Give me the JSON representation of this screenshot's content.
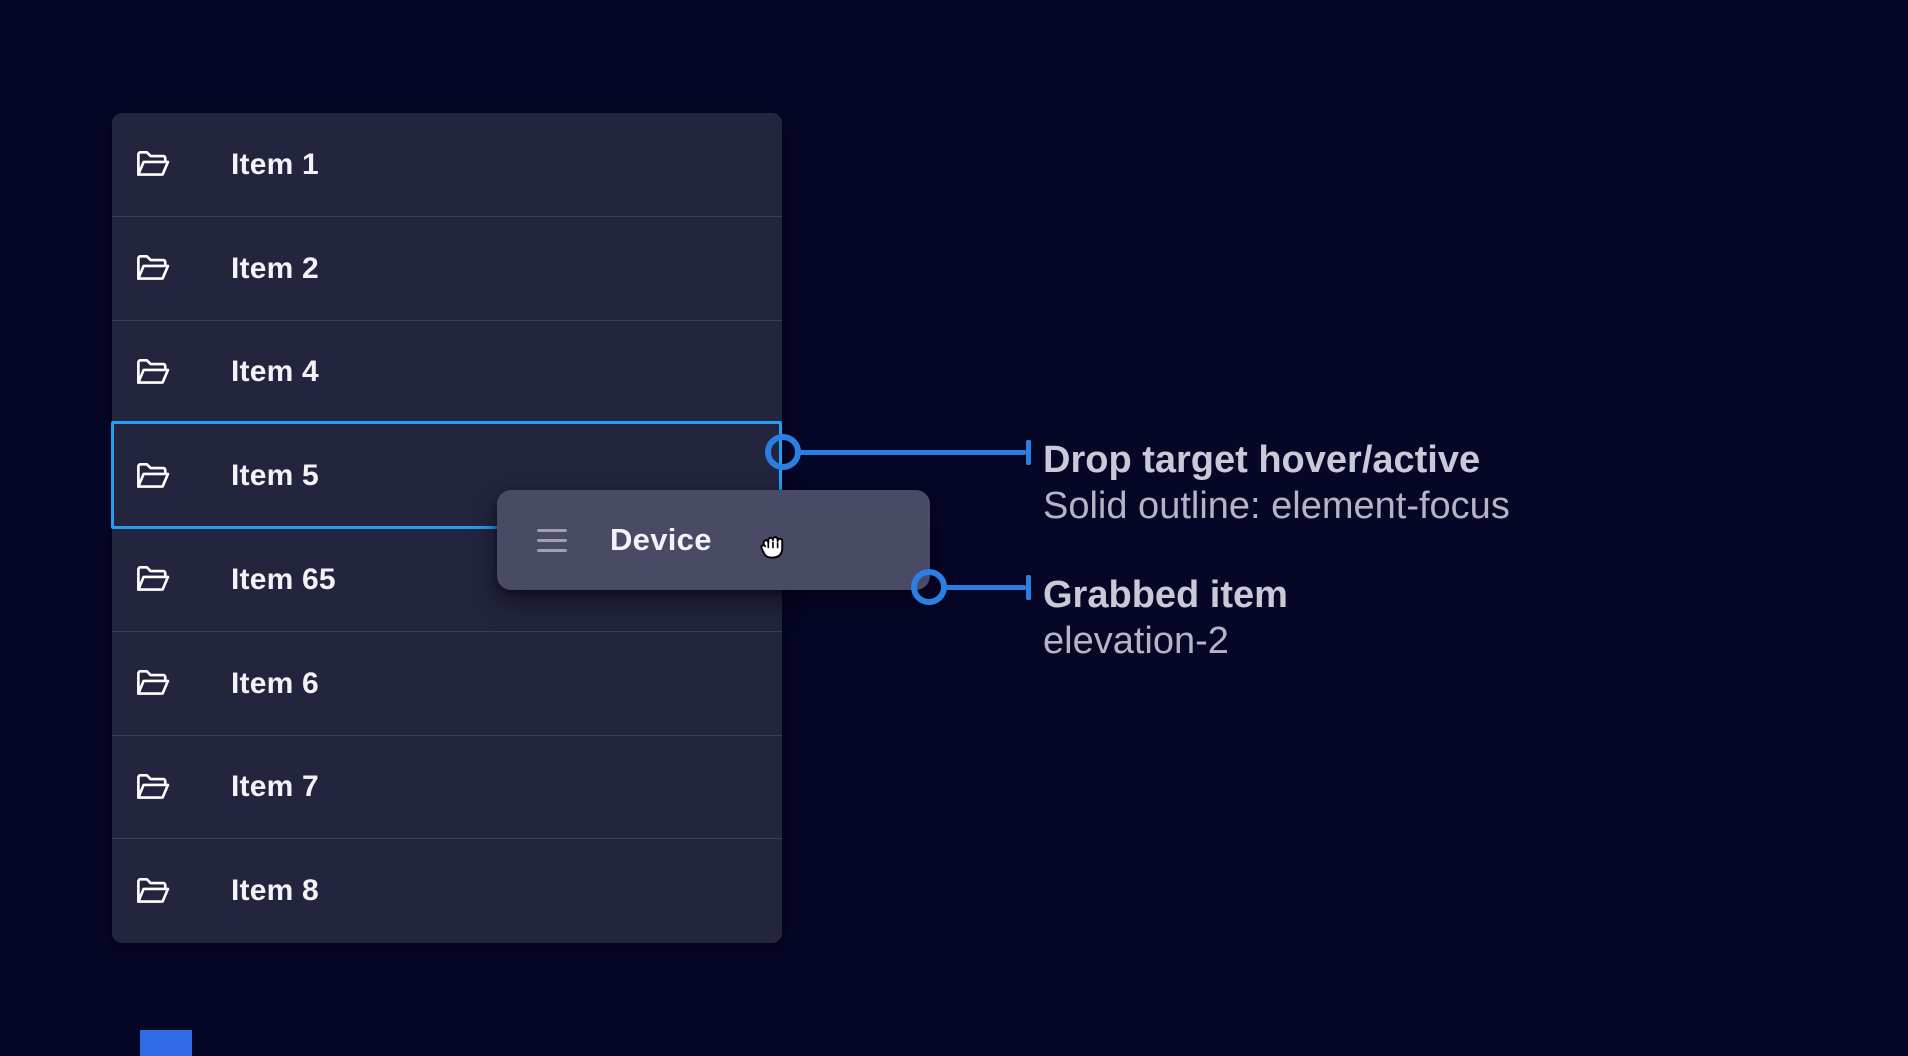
{
  "list": {
    "items": [
      {
        "label": "Item 1"
      },
      {
        "label": "Item 2"
      },
      {
        "label": "Item 4"
      },
      {
        "label": "Item 5",
        "state": "drop-target"
      },
      {
        "label": "Item 65"
      },
      {
        "label": "Item 6"
      },
      {
        "label": "Item 7"
      },
      {
        "label": "Item 8"
      }
    ]
  },
  "drag": {
    "label": "Device",
    "state": "grabbed"
  },
  "annotations": [
    {
      "title": "Drop target hover/active",
      "subtitle": "Solid outline: element-focus"
    },
    {
      "title": "Grabbed item",
      "subtitle": "elevation-2"
    }
  ],
  "icons": [
    "folder-open-icon",
    "drag-handle-icon",
    "grabbing-hand-cursor-icon"
  ],
  "colors": {
    "page_background": "#060627",
    "row_background": "#23253f",
    "row_separator": "#3b3d57",
    "item_text": "#f2f3f7",
    "focus_outline": "#279df0",
    "callout_blue": "#2b7fe3",
    "drag_card_background": "#494a66",
    "drag_handle": "#9fa0b5",
    "annotation_title": "#c9cad7",
    "annotation_subtitle": "#b3b4c4",
    "corner_accent": "#2e6be5"
  }
}
